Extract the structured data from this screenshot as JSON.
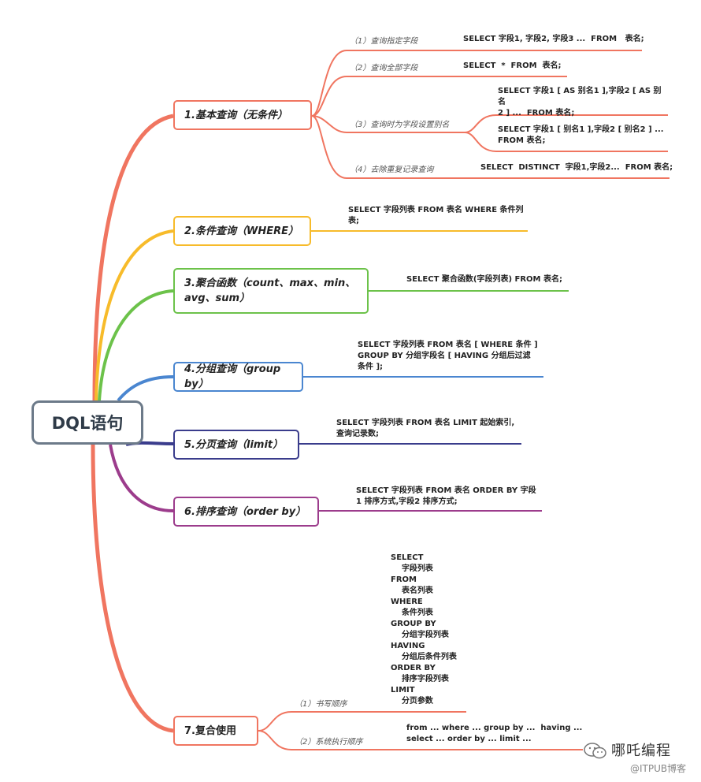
{
  "root": {
    "label": "DQL语句"
  },
  "branches": [
    {
      "id": "b1",
      "label": "1.基本查询（无条件）",
      "color": "#f07560",
      "children": [
        {
          "label": "（1）查询指定字段",
          "code": "SELECT 字段1, 字段2, 字段3 ...  FROM   表名;"
        },
        {
          "label": "（2）查询全部字段",
          "code": "SELECT  *  FROM  表名;"
        },
        {
          "label": "（3）查询时为字段设置别名",
          "code_a": "SELECT 字段1 [ AS 别名1 ],字段2 [ AS 别名\n2 ] ...  FROM 表名;",
          "code_b": "SELECT 字段1 [ 别名1 ],字段2 [ 别名2 ] ...\nFROM 表名;"
        },
        {
          "label": "（4）去除重复记录查询",
          "code": "SELECT  DISTINCT  字段1,字段2...  FROM 表名;"
        }
      ]
    },
    {
      "id": "b2",
      "label": "2.条件查询（WHERE）",
      "color": "#f7bb2a",
      "code": "SELECT 字段列表 FROM 表名 WHERE 条件列\n表;"
    },
    {
      "id": "b3",
      "label": "3.聚合函数（count、max、min、\navg、sum）",
      "color": "#6cc24a",
      "code": "SELECT 聚合函数(字段列表) FROM 表名;"
    },
    {
      "id": "b4",
      "label": "4.分组查询（group by）",
      "color": "#4a86d0",
      "code": "SELECT 字段列表 FROM 表名 [ WHERE 条件 ]\nGROUP BY 分组字段名 [ HAVING 分组后过滤\n条件 ];"
    },
    {
      "id": "b5",
      "label": "5.分页查询（limit）",
      "color": "#3a3c8c",
      "code": "SELECT 字段列表 FROM 表名 LIMIT 起始索引,\n查询记录数;"
    },
    {
      "id": "b6",
      "label": "6.排序查询（order by）",
      "color": "#9c3c8c",
      "code": "SELECT 字段列表 FROM 表名 ORDER BY 字段\n1 排序方式,字段2 排序方式;"
    },
    {
      "id": "b7",
      "label": "7.复合使用",
      "color": "#f07560",
      "children": [
        {
          "label": "（1）书写顺序",
          "code": "SELECT\n    字段列表\nFROM\n    表名列表\nWHERE\n    条件列表\nGROUP BY\n    分组字段列表\nHAVING\n    分组后条件列表\nORDER BY\n    排序字段列表\nLIMIT\n    分页参数"
        },
        {
          "label": "（2）系统执行顺序",
          "code": "from ... where ... group by ...  having ...\nselect ... order by ... limit ..."
        }
      ]
    }
  ],
  "watermark": {
    "name": "哪吒编程",
    "source": "@ITPUB博客"
  }
}
